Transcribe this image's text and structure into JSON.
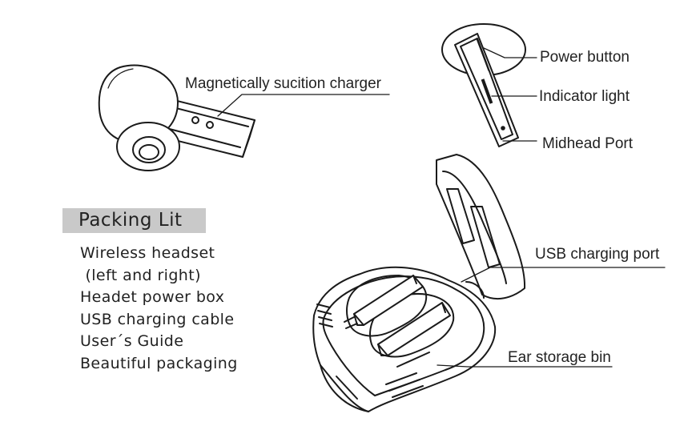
{
  "callouts": {
    "magnetic_charger": "Magnetically sucition charger",
    "power_button": "Power button",
    "indicator_light": "Indicator light",
    "midhead_port": "Midhead Port",
    "usb_charging_port": "USB charging port",
    "ear_storage_bin": "Ear storage bin"
  },
  "packing": {
    "title": "Packing Lit",
    "items": [
      "Wireless headset",
      " (left and right)",
      "Headet power box",
      "USB charging cable",
      "User´s Guide",
      "Beautiful packaging"
    ]
  }
}
